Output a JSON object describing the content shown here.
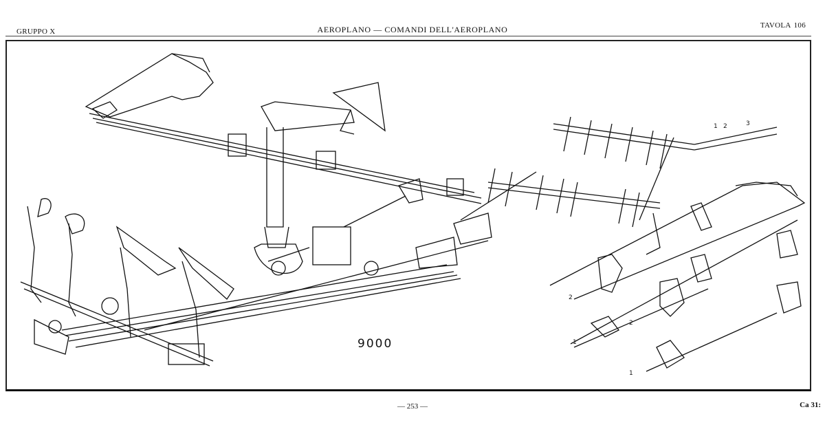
{
  "header": {
    "group": "GRUPPO X",
    "title": "AEROPLANO — COMANDI DELL'AEROPLANO",
    "plate_label": "TAVOLA",
    "plate_number": "106"
  },
  "figure": {
    "number": "9000",
    "callouts": [
      "1",
      "2",
      "3",
      "2",
      "1",
      "2",
      "1"
    ]
  },
  "footer": {
    "page": "— 253 —",
    "code": "Ca 31:"
  }
}
